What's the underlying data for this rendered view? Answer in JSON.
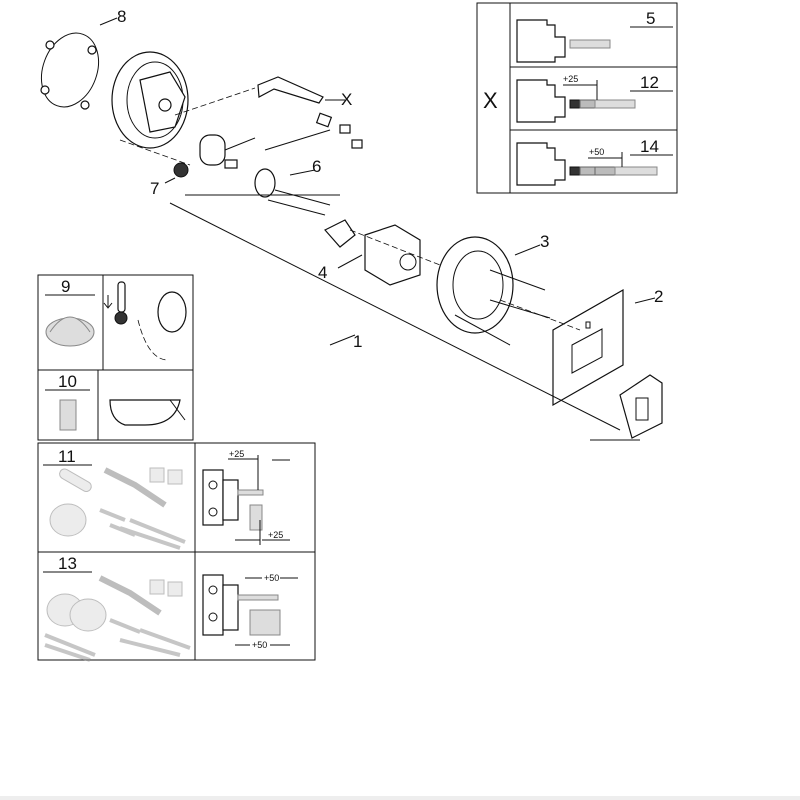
{
  "diagram": {
    "callouts": {
      "p1": "1",
      "p2": "2",
      "p3": "3",
      "p4": "4",
      "p6": "6",
      "p7": "7",
      "p8": "8",
      "px": "X"
    },
    "extension_box": {
      "label": "X",
      "rows": [
        {
          "number": "5",
          "dimension": ""
        },
        {
          "number": "12",
          "dimension": "+25"
        },
        {
          "number": "14",
          "dimension": "+50"
        }
      ]
    },
    "accessory_panels": {
      "p9": "9",
      "p10": "10",
      "p11": {
        "number": "11",
        "dim_top": "+25",
        "dim_bottom": "+25"
      },
      "p13": {
        "number": "13",
        "dim_top": "+50",
        "dim_bottom": "+50"
      }
    }
  }
}
